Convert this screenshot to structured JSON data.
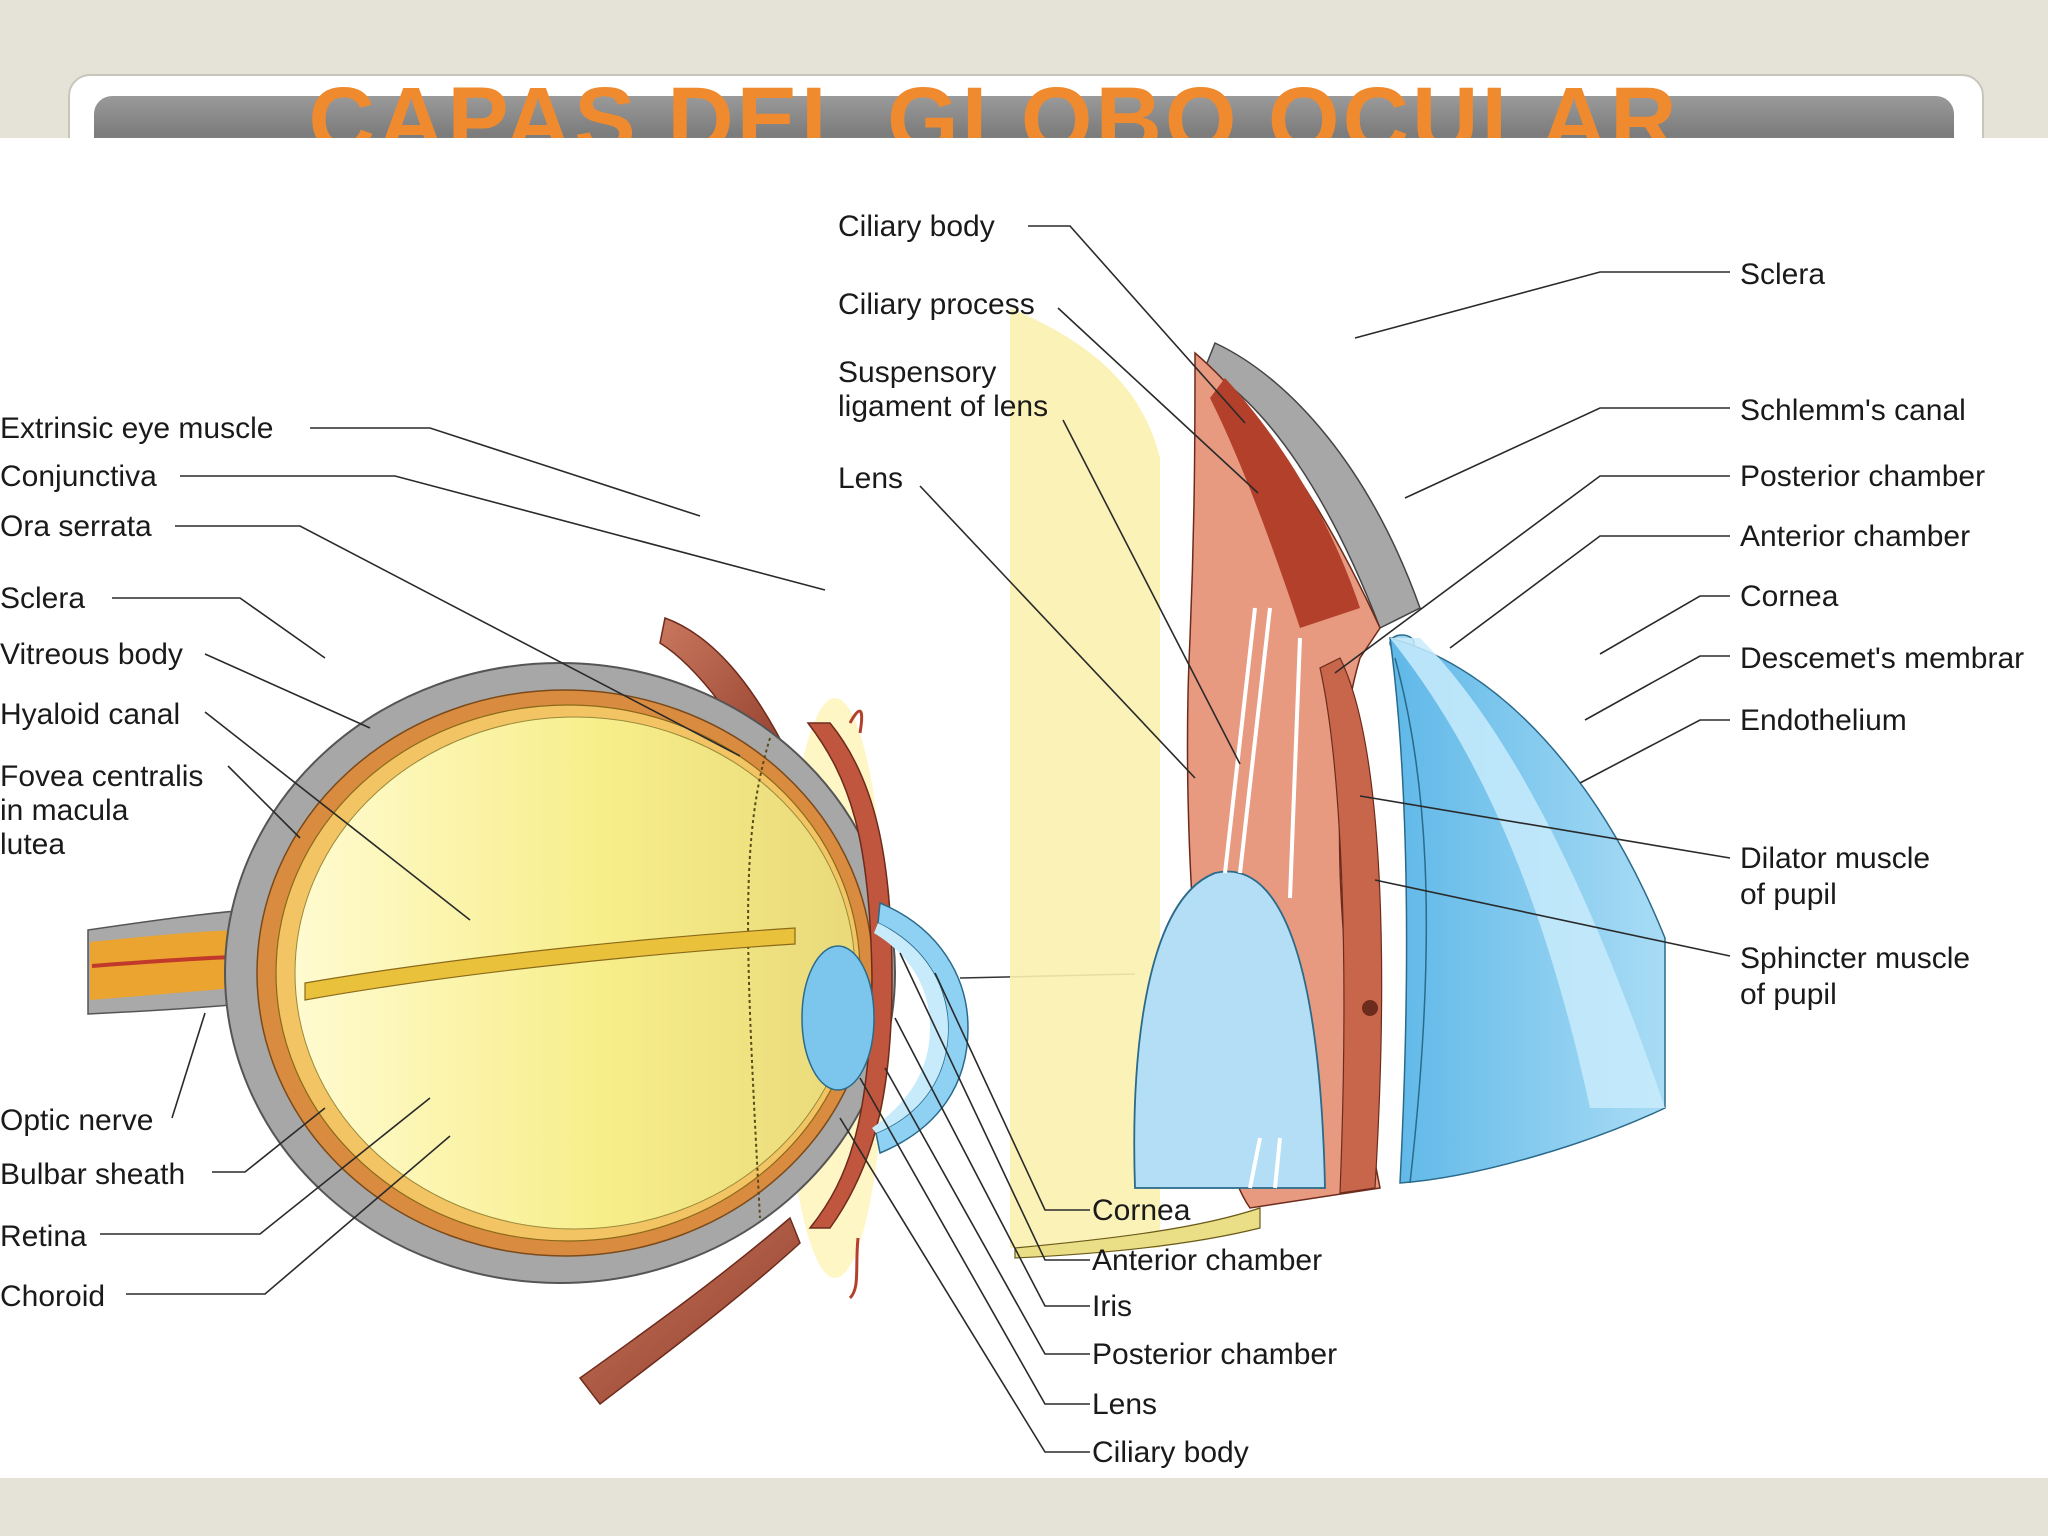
{
  "slide": {
    "title": "CAPAS DEL GLOBO OCULAR"
  },
  "left_labels": {
    "extrinsic_eye_muscle": "Extrinsic eye muscle",
    "conjunctiva": "Conjunctiva",
    "ora_serrata": "Ora serrata",
    "sclera": "Sclera",
    "vitreous_body": "Vitreous body",
    "hyaloid_canal": "Hyaloid canal",
    "fovea_line1": "Fovea centralis",
    "fovea_line2": "in macula",
    "fovea_line3": "lutea",
    "optic_nerve": "Optic nerve",
    "bulbar_sheath": "Bulbar sheath",
    "retina": "Retina",
    "choroid": "Choroid"
  },
  "top_labels": {
    "ciliary_body": "Ciliary body",
    "ciliary_process": "Ciliary process",
    "suspensory_line1": "Suspensory",
    "suspensory_line2": "ligament of lens",
    "lens": "Lens"
  },
  "right_labels": {
    "sclera": "Sclera",
    "schlemms_canal": "Schlemm's canal",
    "posterior_chamber": "Posterior chamber",
    "anterior_chamber": "Anterior chamber",
    "cornea": "Cornea",
    "descemets_membrane": "Descemet's membrar",
    "endothelium": "Endothelium",
    "dilator_line1": "Dilator muscle",
    "dilator_line2": "of pupil",
    "sphincter_line1": "Sphincter muscle",
    "sphincter_line2": "of pupil"
  },
  "bottom_labels": {
    "cornea": "Cornea",
    "anterior_chamber": "Anterior chamber",
    "iris": "Iris",
    "posterior_chamber": "Posterior chamber",
    "lens": "Lens",
    "ciliary_body": "Ciliary body"
  },
  "colors": {
    "title": "#f08a2e",
    "sclera": "#a9a9a9",
    "vitreous": "#f8ef8e",
    "choroid": "#d9883f",
    "cornea": "#9fd4f0",
    "muscle": "#b5523e",
    "optic_nerve": "#e8a531"
  }
}
